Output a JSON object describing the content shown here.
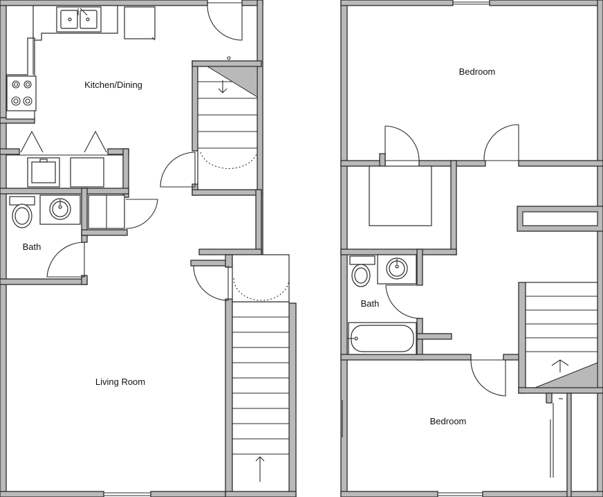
{
  "floor_plan": {
    "first_floor": {
      "kitchen_dining_label": "Kitchen/Dining",
      "bath_label": "Bath",
      "living_room_label": "Living Room"
    },
    "second_floor": {
      "bedroom_top_label": "Bedroom",
      "bath_label": "Bath",
      "bedroom_bottom_label": "Bedroom"
    }
  },
  "colors": {
    "wall_fill": "#b9b9b9",
    "line": "#2a2a2a",
    "background": "#ffffff"
  }
}
